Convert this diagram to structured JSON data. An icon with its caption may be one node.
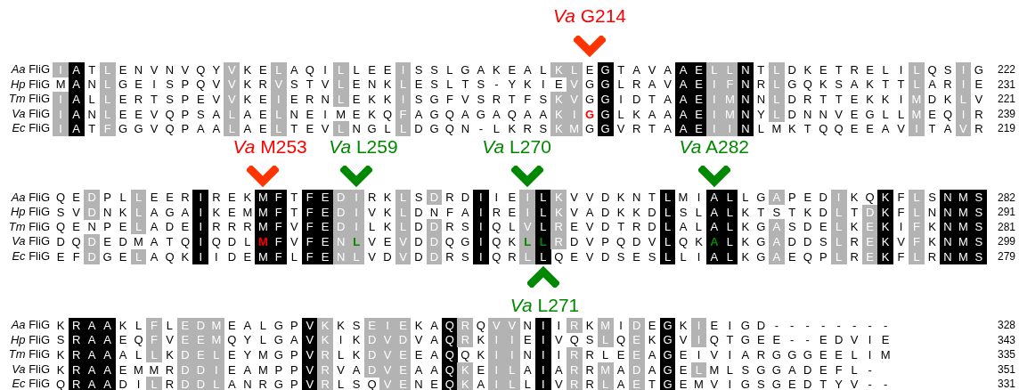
{
  "diagram": {
    "labels": [
      "*Va* G214",
      "*Aa* FliG",
      "I A T L E N V N V Q Y V K E L A Q I L L E E I S S L G A K E A L K L E G T A V A A E L L N T L D K E T R E L I L Q S I G",
      "222",
      "*Hp* FliG",
      "M A N L G E I S P Q V V K R V S T V L E N K L E S L T S - Y K I E V G G L R A V A E I F N R L G Q K S A K T T L A R I E",
      "231",
      "*Tm* FliG",
      "I A L L E R T S P E V V K E I E R N L E K K I S G F V S R T F S K V G G I D T A A E I M N N L D R T T E K K I M D K L V",
      "221",
      "*Va* FliG",
      "I A N L E E V Q P S A L A E L N E I M E K Q F A G Q A G A Q A A K I G G L K A A A E I M N Y L D N N V E G L L M E Q I R",
      "239",
      "*Ec* FliG",
      "I A T F G G V Q P A A L A E L T E V L N G L L D G Q N - L K R S K M G G V R T A A E I I N L M K T Q Q E E A V I T A V R",
      "219",
      "*Va* M253",
      "*Va* L259",
      "*Va* L270",
      "*Va* A282",
      "*Aa* FliG",
      "Q E D P L L E E R I R E K M F T F E D I R K L S D R D I I E I L K V V D K N T L M I A L L G A P E D I K Q K F L S N M S",
      "282",
      "*Hp* FliG",
      "S V D N K L A G A I K E M M F T F E D I V K L D N F A I R E I L K V A D K K D L S L A L K T S T K D L T D K F L N N M S",
      "291",
      "*Tm* FliG",
      "Q E N P E L A D E I R R R M F V F E D I L K L D D R S I Q L V L R E V D T R D L A L A L K G A S D E L K E K I F K N M S",
      "281",
      "*Va* FliG",
      "D Q D E D M A T Q I Q D L M F V F E N L V E V D D Q G I Q K L L R D V P Q D V L Q K A L K G A D D S L R E K V F K N M S",
      "299",
      "*Ec* FliG",
      "E F D G E L A Q K I I D E M F L F E N L V D V D D R S I Q R L L Q E V D S E S L L I A L K G A E Q P L R E K F L R N M S",
      "279",
      "*Va* L271",
      "*Aa* FliG",
      "K R A A K L F L E D M E A L G P V K K S E I E K A Q R Q V V N I I R K M I D E G K I E I G D - - - - - - - -",
      "328",
      "*Hp* FliG",
      "S R A A E Q F V E E M Q Y L G A V K I K D V D V A Q R K I I E I V Q S L Q E K G V I Q T G E E - - E D V I E",
      "343",
      "*Tm* FliG",
      "K R A A A L L K D E L E Y M G P V R L K D V E E A Q Q K I I N I I R R L E E A G E I V I A R G G G E E L I M",
      "335",
      "*Va* FliG",
      "K R A A E M M R D D I E A M P P V R V A D V E A A Q K E I L A I A R R M A D A G E L M L S G G A D E F L -",
      "351",
      "*Ec* FliG",
      "Q R A A D I L R D D L A N R G P V R L S Q V E N E Q K A I L L I V R R L A E T G E M V I G S G E D T Y V - -",
      "331"
    ]
  }
}
